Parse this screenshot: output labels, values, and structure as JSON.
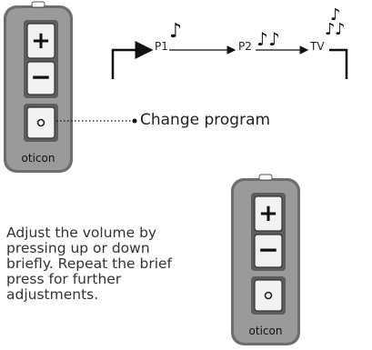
{
  "programs": [
    "P1",
    "P2",
    "TV"
  ],
  "change_program_label": "Change program",
  "instructions": "Adjust the volume by pressing up or down briefly. Repeat the brief press for further adjustments.",
  "remote": {
    "plus": "+",
    "minus": "−",
    "brand": "oticon"
  },
  "icons": {
    "note": "♪"
  },
  "colors": {
    "body": "#9a9a9a",
    "body_edge": "#6e6e6e",
    "button_face": "#f2f2f2",
    "line": "#111111"
  }
}
